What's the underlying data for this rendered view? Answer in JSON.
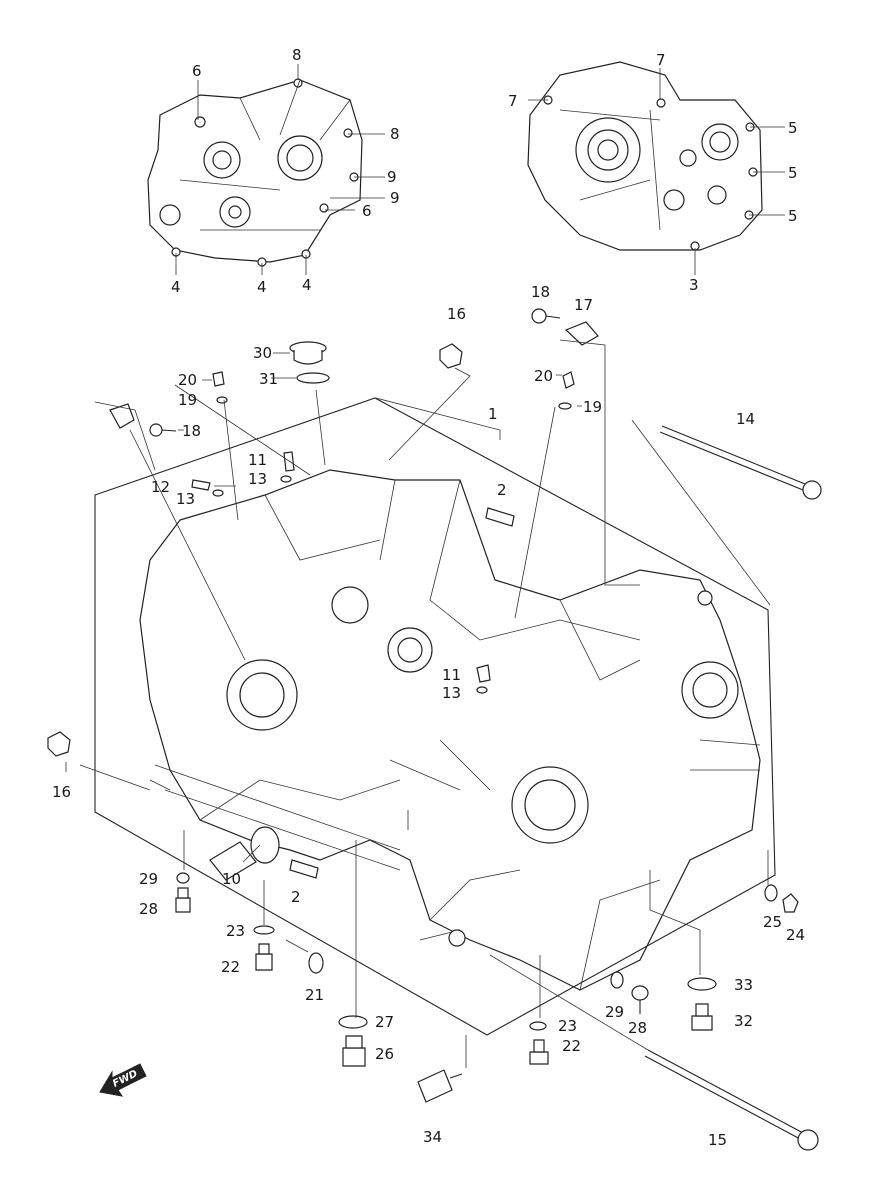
{
  "diagram": {
    "fwd_label": "FWD",
    "callouts": {
      "c1": "1",
      "c2a": "2",
      "c2b": "2",
      "c3": "3",
      "c4a": "4",
      "c4b": "4",
      "c4c": "4",
      "c5a": "5",
      "c5b": "5",
      "c5c": "5",
      "c6a": "6",
      "c6b": "6",
      "c7a": "7",
      "c7b": "7",
      "c8a": "8",
      "c8b": "8",
      "c9a": "9",
      "c9b": "9",
      "c10": "10",
      "c11a": "11",
      "c11b": "11",
      "c12": "12",
      "c13a": "13",
      "c13b": "13",
      "c13c": "13",
      "c14": "14",
      "c15": "15",
      "c16a": "16",
      "c16b": "16",
      "c17": "17",
      "c18a": "18",
      "c18b": "18",
      "c19a": "19",
      "c19b": "19",
      "c20a": "20",
      "c20b": "20",
      "c21": "21",
      "c22a": "22",
      "c22b": "22",
      "c23a": "23",
      "c23b": "23",
      "c24": "24",
      "c25": "25",
      "c26": "26",
      "c27": "27",
      "c28a": "28",
      "c28b": "28",
      "c29a": "29",
      "c29b": "29",
      "c30": "30",
      "c31": "31",
      "c32": "32",
      "c33": "33",
      "c34": "34"
    }
  }
}
